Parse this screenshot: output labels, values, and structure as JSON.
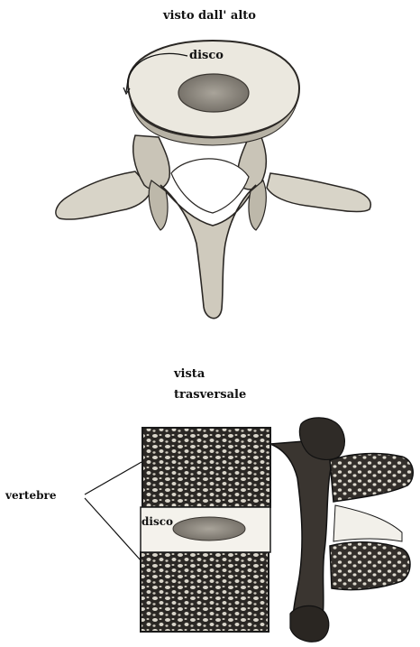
{
  "figure": {
    "top_view": {
      "title": "visto dall' alto",
      "disc_label": "disco"
    },
    "side_view": {
      "title_line1": "vista",
      "title_line2": "trasversale",
      "vertebrae_label": "vertebre",
      "disc_label": "disco"
    }
  },
  "colors": {
    "ink": "#1a1a1a",
    "bone_light": "#e9e6dc",
    "bone_mid": "#bdb8aa",
    "bone_dark": "#4a4640",
    "disc_fill": "#8f8a80"
  }
}
